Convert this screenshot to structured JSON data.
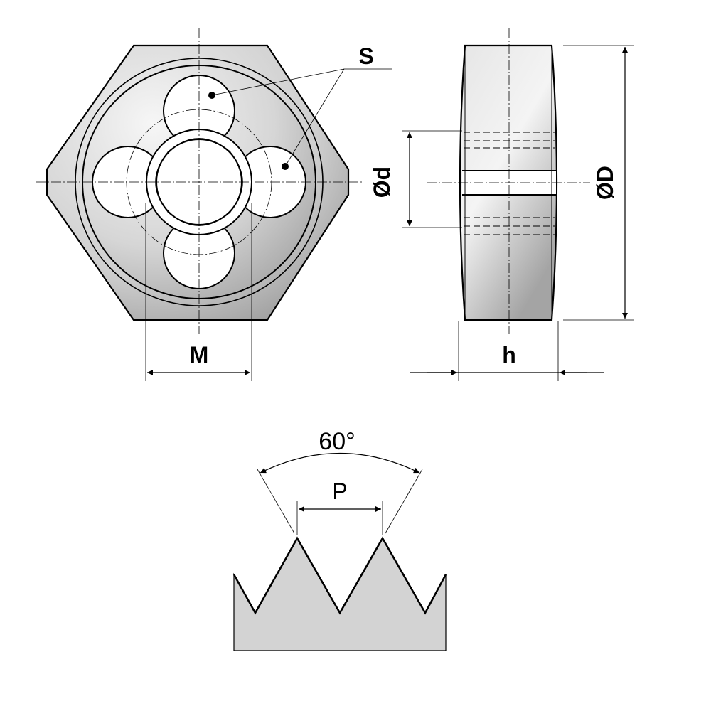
{
  "labels": {
    "slots": "S",
    "thread_size": "M",
    "bore_diameter": "Ød",
    "outer_diameter": "ØD",
    "height": "h",
    "thread_angle": "60°",
    "pitch": "P"
  },
  "colors": {
    "body_light": "#f4f4f4",
    "body_dark": "#9a9a9a",
    "thread_fill": "#d3d3d3",
    "line": "#000000"
  }
}
